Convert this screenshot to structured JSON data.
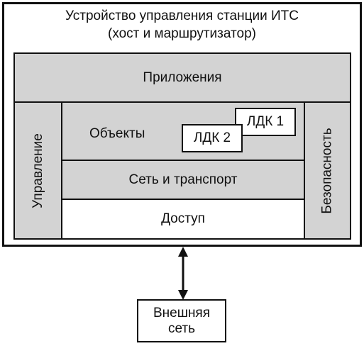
{
  "outer": {
    "title_line1": "Устройство управления станции ИТС",
    "title_line2": "(хост и маршрутизатор)"
  },
  "layers": {
    "applications": "Приложения",
    "management": "Управление",
    "objects": "Объекты",
    "ldk1": "ЛДК 1",
    "ldk2": "ЛДК 2",
    "network_transport": "Сеть и транспорт",
    "access": "Доступ",
    "security": "Безопасность"
  },
  "external": {
    "line1": "Внешняя",
    "line2": "сеть"
  },
  "colors": {
    "layer_fill": "#d3d3d3",
    "border": "#111111",
    "background": "#ffffff"
  }
}
